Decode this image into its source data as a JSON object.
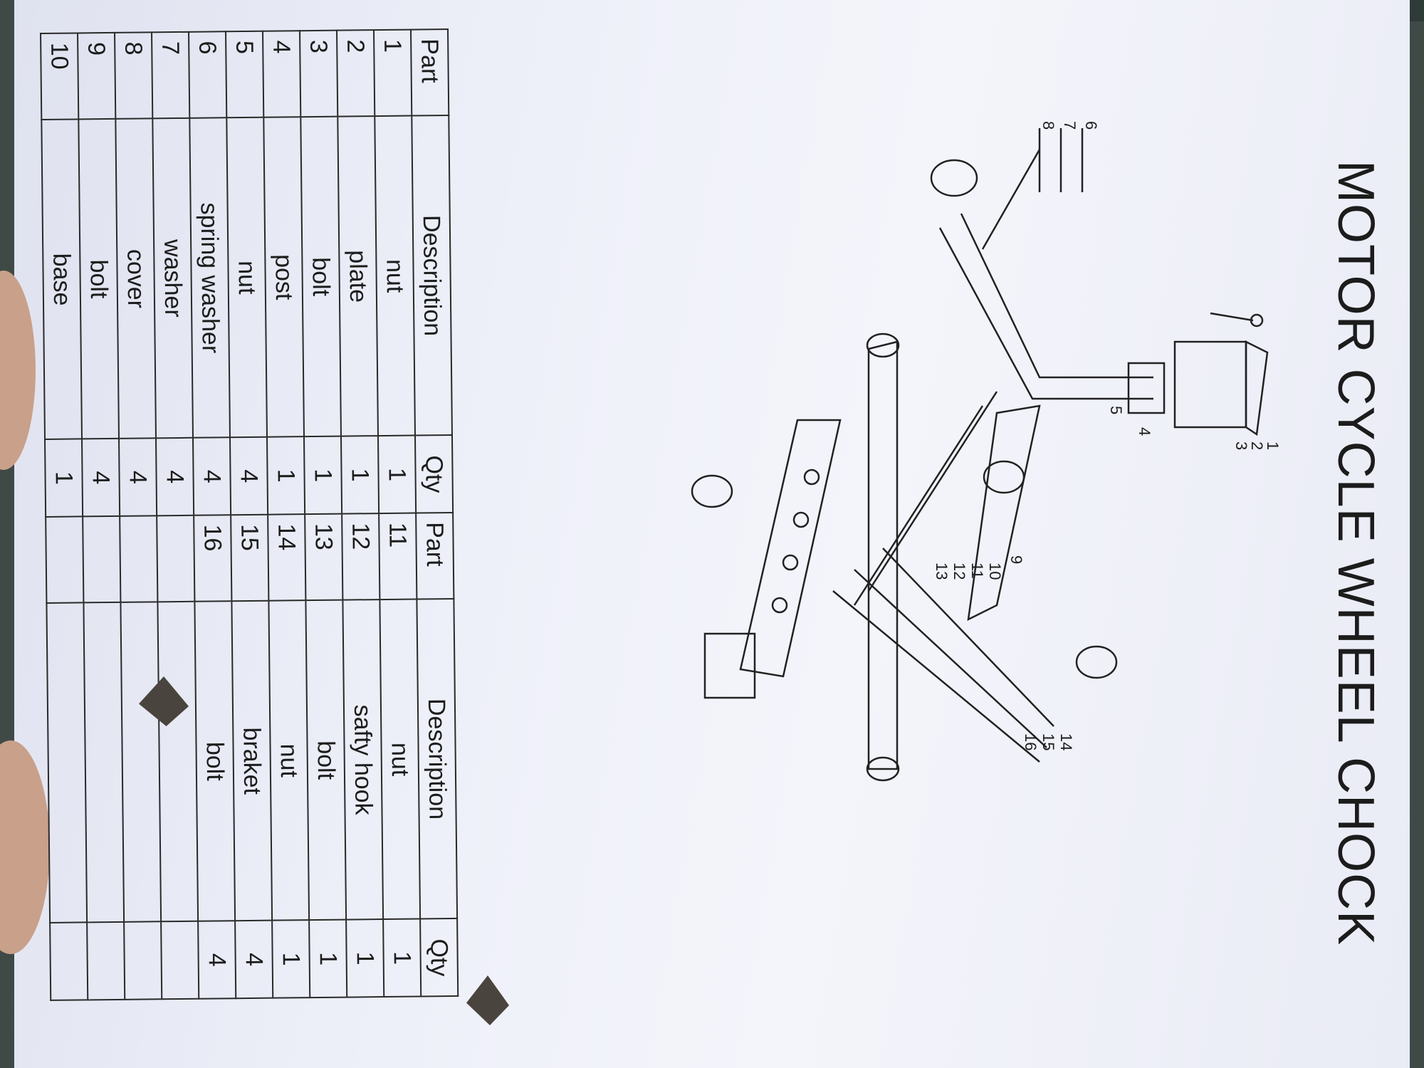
{
  "document": {
    "title": "MOTOR CYCLE WHEEL CHOCK"
  },
  "diagram": {
    "callouts": [
      "1",
      "2",
      "3",
      "4",
      "5",
      "6",
      "7",
      "8",
      "9",
      "10",
      "11",
      "12",
      "13",
      "14",
      "15",
      "16"
    ]
  },
  "parts_table": {
    "headers": {
      "part": "Part",
      "description": "Description",
      "qty": "Qty",
      "part2": "Part",
      "description2": "Description",
      "qty2": "Qty"
    },
    "rows": [
      {
        "part": "1",
        "description": "nut",
        "qty": "1",
        "part2": "11",
        "description2": "nut",
        "qty2": "1"
      },
      {
        "part": "2",
        "description": "plate",
        "qty": "1",
        "part2": "12",
        "description2": "safty hook",
        "qty2": "1"
      },
      {
        "part": "3",
        "description": "bolt",
        "qty": "1",
        "part2": "13",
        "description2": "bolt",
        "qty2": "1"
      },
      {
        "part": "4",
        "description": "post",
        "qty": "1",
        "part2": "14",
        "description2": "nut",
        "qty2": "1"
      },
      {
        "part": "5",
        "description": "nut",
        "qty": "4",
        "part2": "15",
        "description2": "braket",
        "qty2": "4"
      },
      {
        "part": "6",
        "description": "spring washer",
        "qty": "4",
        "part2": "16",
        "description2": "bolt",
        "qty2": "4"
      },
      {
        "part": "7",
        "description": "washer",
        "qty": "4",
        "part2": "",
        "description2": "",
        "qty2": ""
      },
      {
        "part": "8",
        "description": "cover",
        "qty": "4",
        "part2": "",
        "description2": "",
        "qty2": ""
      },
      {
        "part": "9",
        "description": "bolt",
        "qty": "4",
        "part2": "",
        "description2": "",
        "qty2": ""
      },
      {
        "part": "10",
        "description": "base",
        "qty": "1",
        "part2": "",
        "description2": "",
        "qty2": ""
      }
    ]
  }
}
